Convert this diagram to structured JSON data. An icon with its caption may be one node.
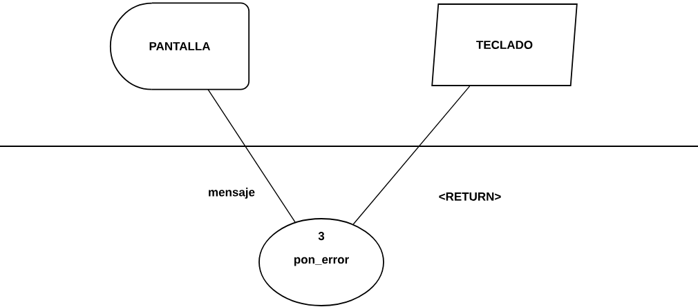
{
  "diagram": {
    "nodes": [
      {
        "text": [
          "PANTALLA"
        ]
      },
      {
        "text": [
          "TECLADO"
        ]
      },
      {
        "text": [
          "3",
          "pon_error"
        ]
      }
    ],
    "edges": [
      {
        "from": 2,
        "to": 0,
        "arrow": "none",
        "label": "mensaje"
      },
      {
        "from": 1,
        "to": 2,
        "arrow": "none",
        "label": "<RETURN>"
      }
    ]
  }
}
